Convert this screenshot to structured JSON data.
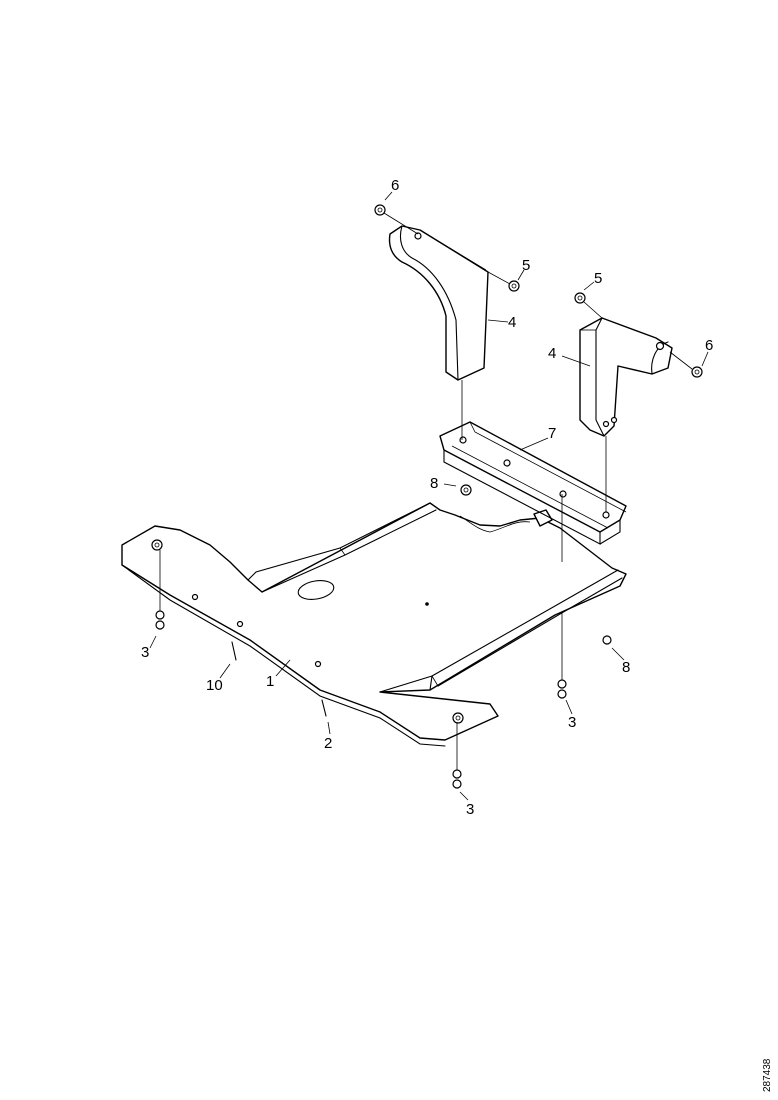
{
  "diagram": {
    "reference_number": "287438",
    "callouts": [
      {
        "id": "c6a",
        "label": "6"
      },
      {
        "id": "c5a",
        "label": "5"
      },
      {
        "id": "c4a",
        "label": "4"
      },
      {
        "id": "c5b",
        "label": "5"
      },
      {
        "id": "c4b",
        "label": "4"
      },
      {
        "id": "c6b",
        "label": "6"
      },
      {
        "id": "c7",
        "label": "7"
      },
      {
        "id": "c8a",
        "label": "8"
      },
      {
        "id": "c3a",
        "label": "3"
      },
      {
        "id": "c10",
        "label": "10"
      },
      {
        "id": "c1",
        "label": "1"
      },
      {
        "id": "c2",
        "label": "2"
      },
      {
        "id": "c3b",
        "label": "3"
      },
      {
        "id": "c8b",
        "label": "8"
      },
      {
        "id": "c3c",
        "label": "3"
      }
    ]
  }
}
